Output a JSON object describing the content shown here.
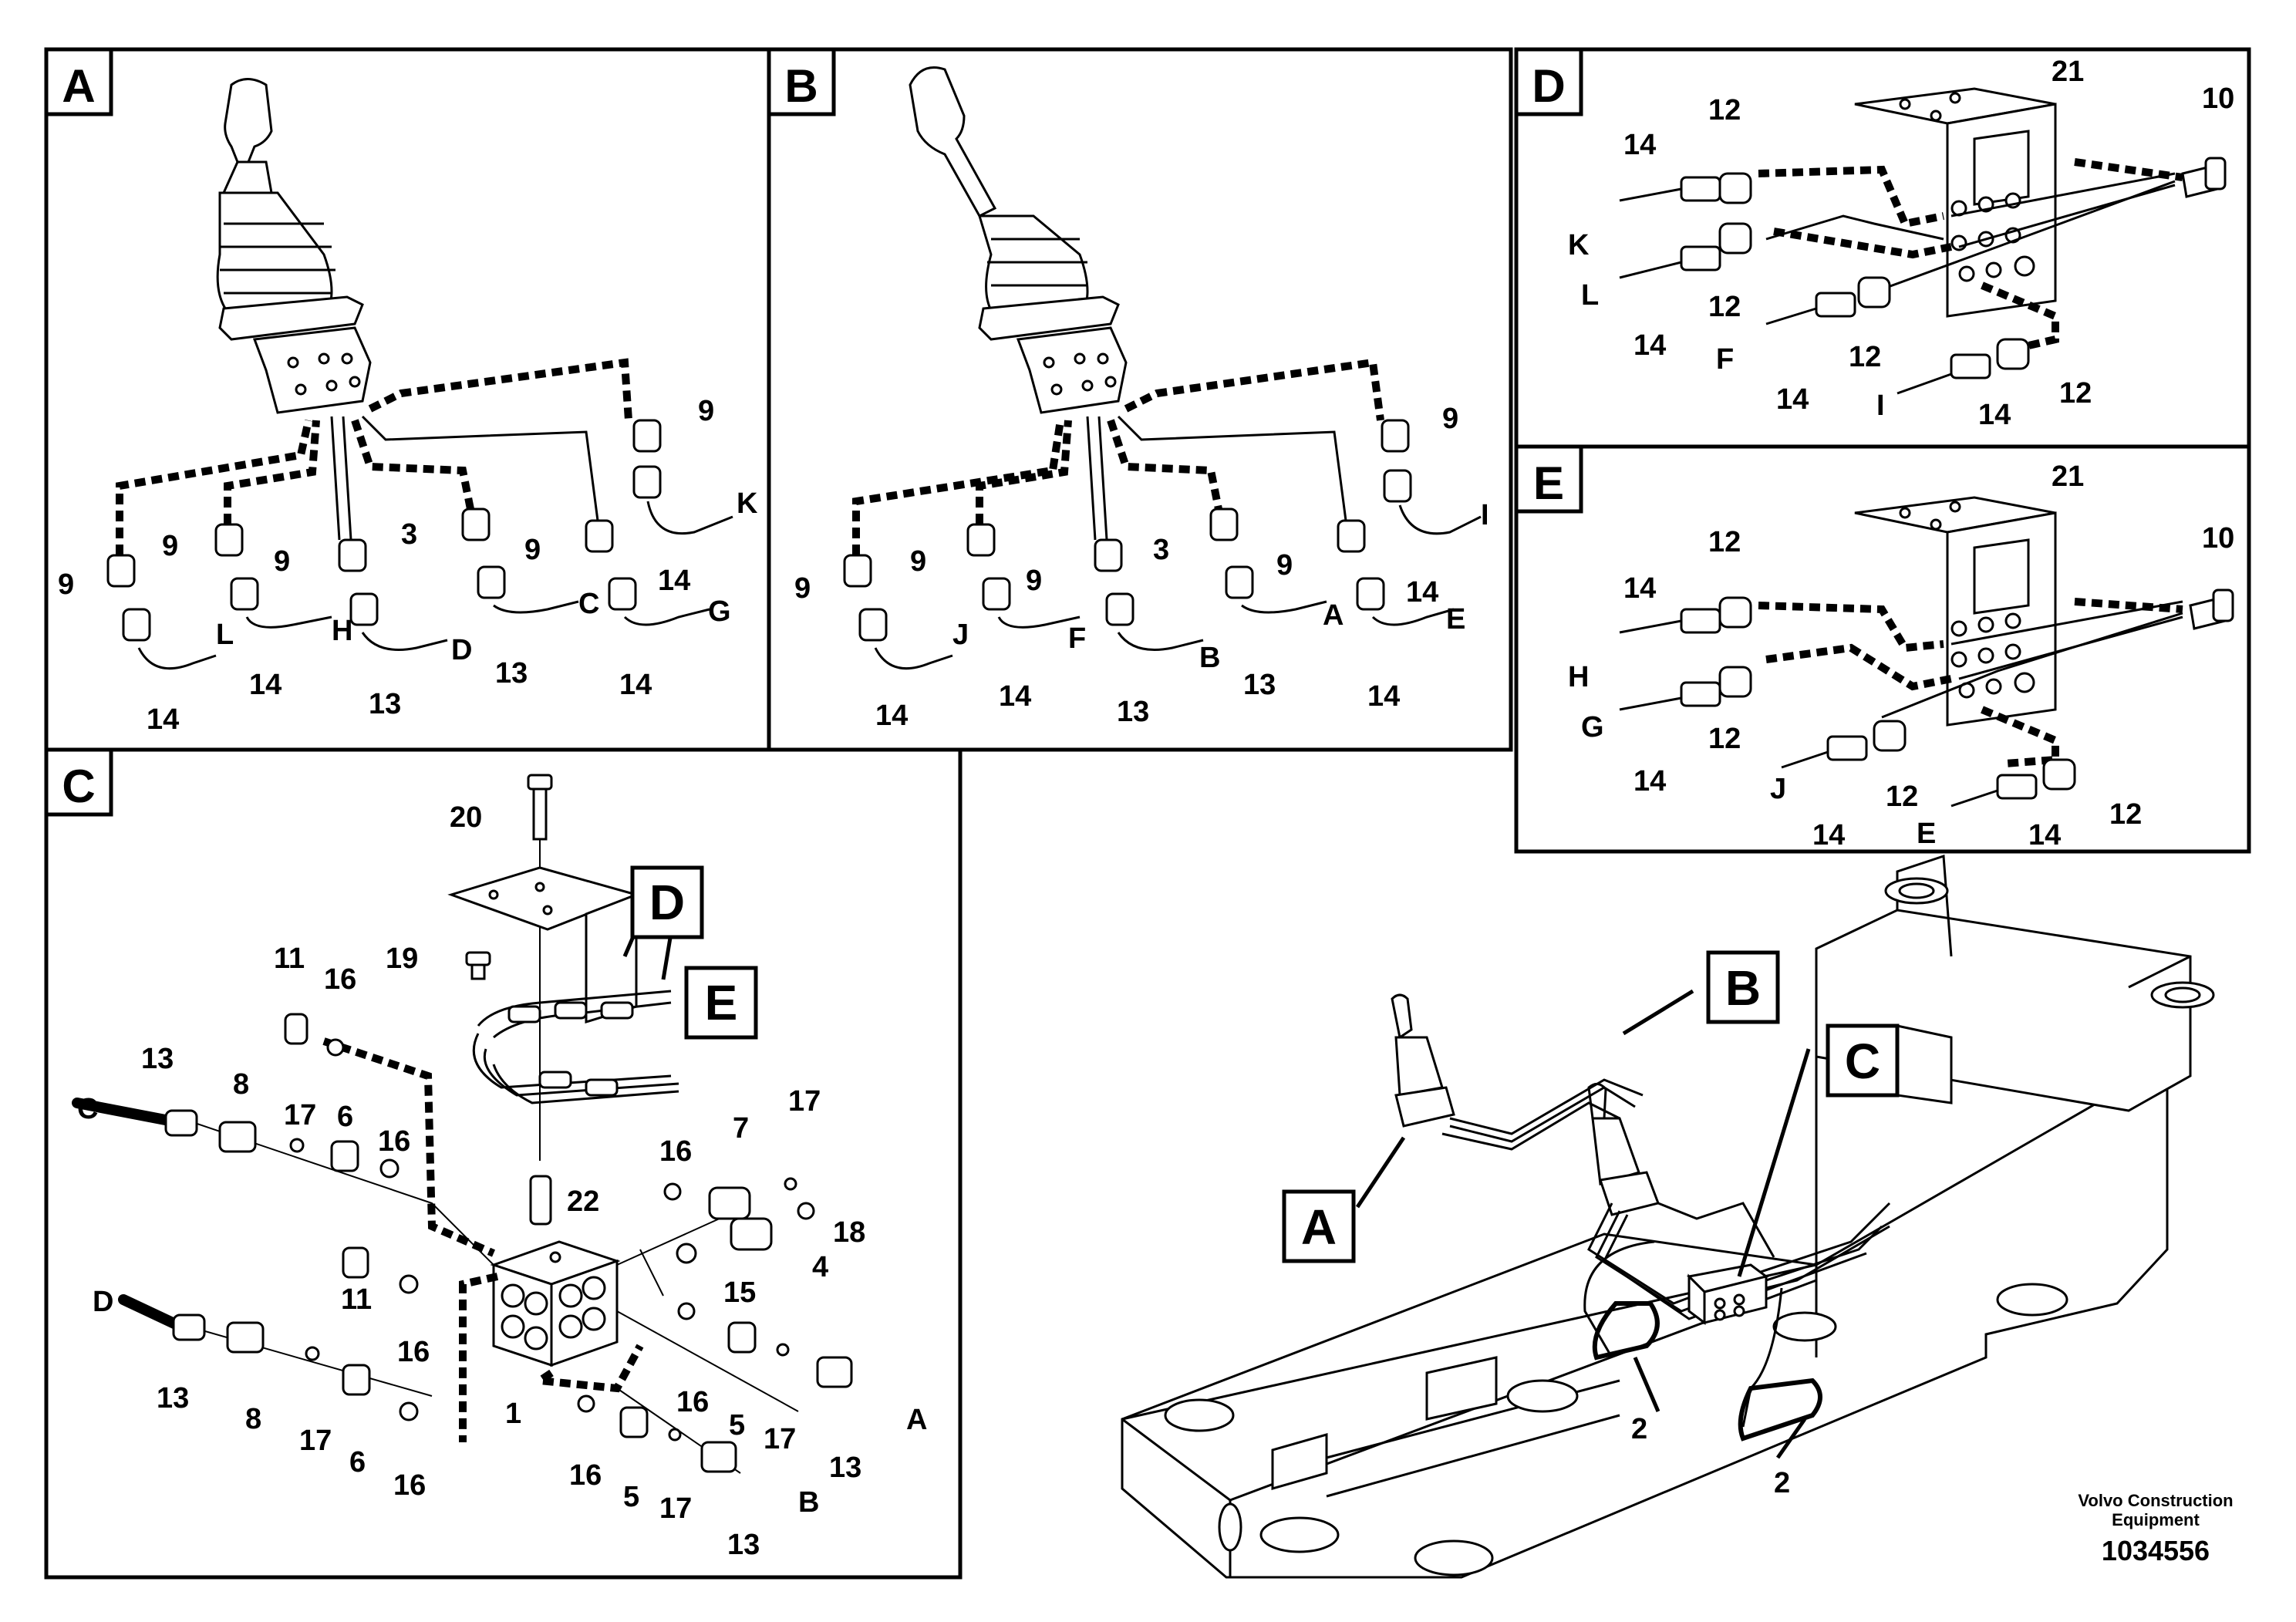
{
  "panels": {
    "A": {
      "tag": "A",
      "labels": {
        "p9_top": "9",
        "pK": "K",
        "p14_k": "14",
        "p9_l": "9",
        "p9_m1": "9",
        "p9_m2": "9",
        "p3": "3",
        "p9_m3": "9",
        "pL": "L",
        "pH": "H",
        "pD": "D",
        "pC": "C",
        "pG": "G",
        "p14_1": "14",
        "p14_2": "14",
        "p13_1": "13",
        "p13_2": "13",
        "p14_3": "14"
      }
    },
    "B": {
      "tag": "B",
      "labels": {
        "p9_top": "9",
        "pI": "I",
        "p14_i": "14",
        "p9_l": "9",
        "p9_m1": "9",
        "p9_m2": "9",
        "p3": "3",
        "p9_m3": "9",
        "pJ": "J",
        "pF": "F",
        "pB": "B",
        "pA": "A",
        "pE": "E",
        "p14_1": "14",
        "p14_2": "14",
        "p13_1": "13",
        "p13_2": "13",
        "p14_3": "14"
      }
    },
    "C": {
      "tag": "C",
      "labels": {
        "p20": "20",
        "p19": "19",
        "p11a": "11",
        "p16a": "16",
        "p13a": "13",
        "pC": "C",
        "p8a": "8",
        "p17a": "17",
        "p6a": "6",
        "p16b": "16",
        "p22": "22",
        "p16c": "16",
        "p7": "7",
        "p17b": "17",
        "p18": "18",
        "p4": "4",
        "p15": "15",
        "p11b": "11",
        "p16d": "16",
        "pD": "D",
        "p13b": "13",
        "p8b": "8",
        "p17c": "17",
        "p6b": "6",
        "p16e": "16",
        "p1": "1",
        "p16f": "16",
        "p5a": "5",
        "p17d": "17",
        "pA": "A",
        "p13c": "13",
        "p16g": "16",
        "p5b": "5",
        "p17e": "17",
        "pB": "B",
        "p13d": "13",
        "callD": "D",
        "callE": "E"
      }
    },
    "D": {
      "tag": "D",
      "labels": {
        "p21": "21",
        "p10": "10",
        "p14a": "14",
        "p12a": "12",
        "pK": "K",
        "pL": "L",
        "p12b": "12",
        "p14b": "14",
        "pF": "F",
        "p12c": "12",
        "p14c": "14",
        "pI": "I",
        "p12d": "12",
        "p14d": "14"
      }
    },
    "E": {
      "tag": "E",
      "labels": {
        "p21": "21",
        "p10": "10",
        "p14a": "14",
        "p12a": "12",
        "pH": "H",
        "pG": "G",
        "p12b": "12",
        "p14b": "14",
        "pJ": "J",
        "p12c": "12",
        "p14c": "14",
        "pE": "E",
        "p12d": "12",
        "p14d": "14"
      }
    }
  },
  "overview": {
    "callouts": {
      "A": "A",
      "B": "B",
      "C": "C"
    },
    "labels": {
      "p2a": "2",
      "p2b": "2"
    }
  },
  "footer": {
    "company_line1": "Volvo Construction",
    "company_line2": "Equipment",
    "drawing_number": "1034556"
  }
}
